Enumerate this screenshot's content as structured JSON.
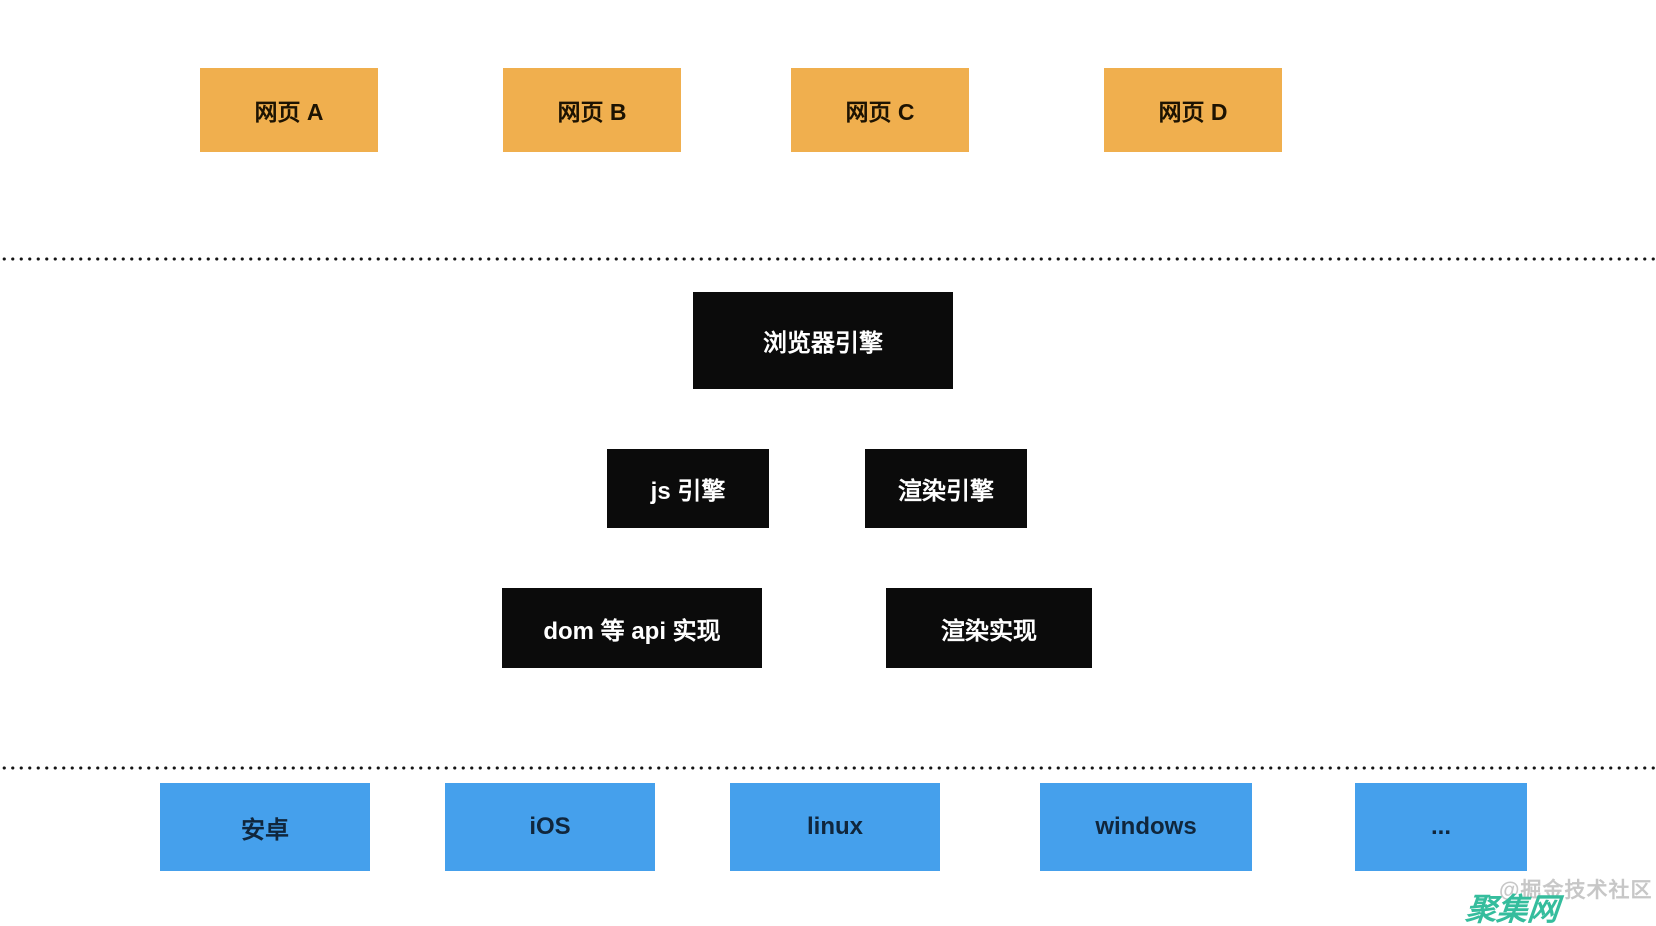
{
  "diagram": {
    "web_pages": [
      {
        "label": "网页 A"
      },
      {
        "label": "网页 B"
      },
      {
        "label": "网页 C"
      },
      {
        "label": "网页 D"
      }
    ],
    "browser_engine": {
      "label": "浏览器引擎"
    },
    "engine_components": [
      {
        "label": "js 引擎"
      },
      {
        "label": "渲染引擎"
      }
    ],
    "implementations": [
      {
        "label": "dom 等 api 实现"
      },
      {
        "label": "渲染实现"
      }
    ],
    "platforms": [
      {
        "label": "安卓"
      },
      {
        "label": "iOS"
      },
      {
        "label": "linux"
      },
      {
        "label": "windows"
      },
      {
        "label": "..."
      }
    ]
  },
  "colors": {
    "web_page_box": "#f0af4e",
    "engine_box": "#0b0b0b",
    "platform_box": "#45a0ec",
    "dotted_line": "#141414",
    "watermark_gray": "#c7c7c7",
    "watermark_teal": "#35bd9d"
  },
  "watermark": {
    "community": "@掘金技术社区",
    "site": "聚集网"
  }
}
